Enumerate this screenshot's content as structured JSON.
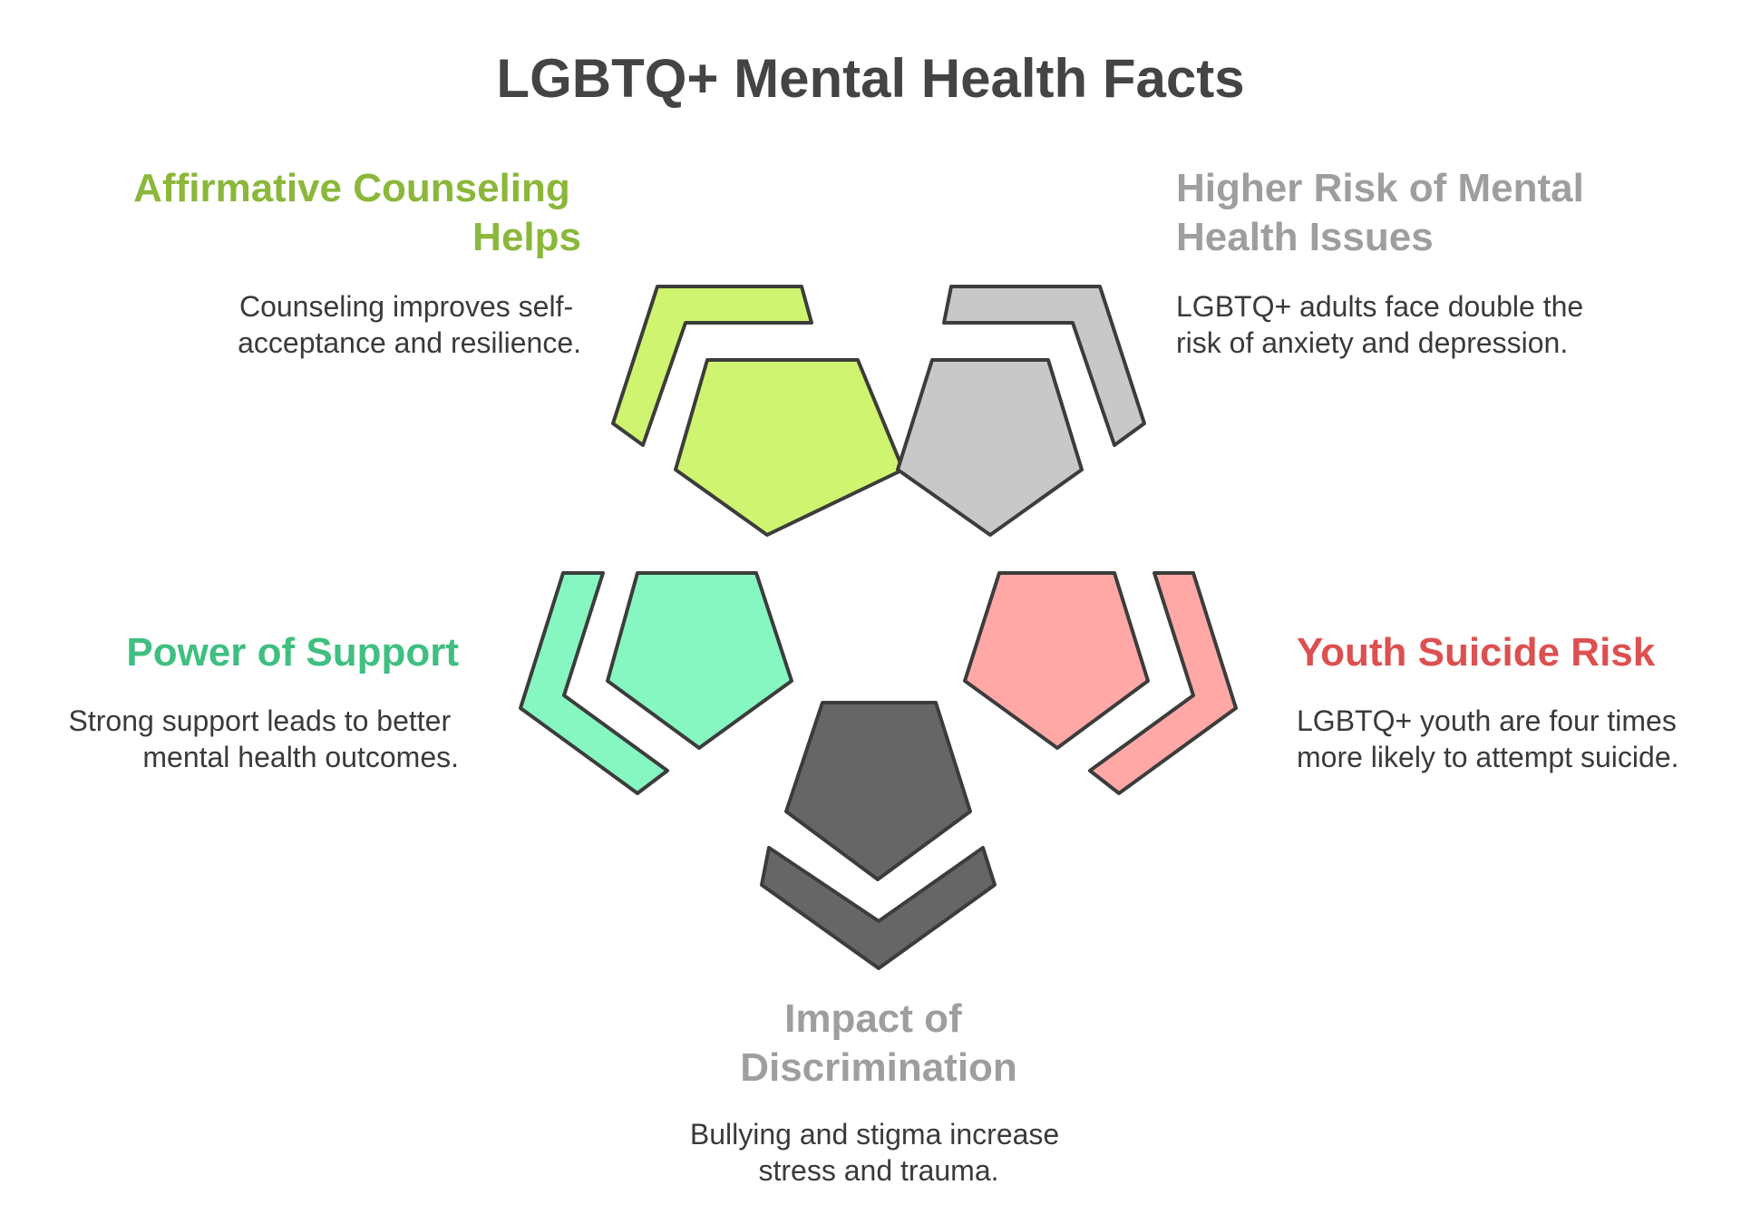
{
  "title": "LGBTQ+ Mental Health Facts",
  "colors": {
    "title": "#444444",
    "outline": "#3c3c3c",
    "description": "#3a3a3a"
  },
  "segments": [
    {
      "id": "affirmative-counseling",
      "heading_lines": [
        "Affirmative Counseling",
        "Helps"
      ],
      "description_lines": [
        "Counseling improves self-",
        "acceptance and resilience."
      ],
      "fill": "#cff46f",
      "heading_color": "#8bb73a"
    },
    {
      "id": "higher-risk",
      "heading_lines": [
        "Higher Risk of Mental",
        "Health Issues"
      ],
      "description_lines": [
        "LGBTQ+ adults face double the",
        "risk of anxiety and depression."
      ],
      "fill": "#c8c8c8",
      "heading_color": "#9e9e9e"
    },
    {
      "id": "power-of-support",
      "heading_lines": [
        "Power of Support"
      ],
      "description_lines": [
        "Strong support leads to better",
        "mental health outcomes."
      ],
      "fill": "#86f7c1",
      "heading_color": "#3fbf80"
    },
    {
      "id": "youth-suicide-risk",
      "heading_lines": [
        "Youth Suicide Risk"
      ],
      "description_lines": [
        "LGBTQ+ youth are four times",
        "more likely to attempt suicide."
      ],
      "fill": "#ffa8a6",
      "heading_color": "#dd5050"
    },
    {
      "id": "impact-of-discrimination",
      "heading_lines": [
        "Impact of",
        "Discrimination"
      ],
      "description_lines": [
        "Bullying and stigma increase",
        "stress and trauma."
      ],
      "fill": "#666666",
      "heading_color": "#9e9e9e"
    }
  ]
}
